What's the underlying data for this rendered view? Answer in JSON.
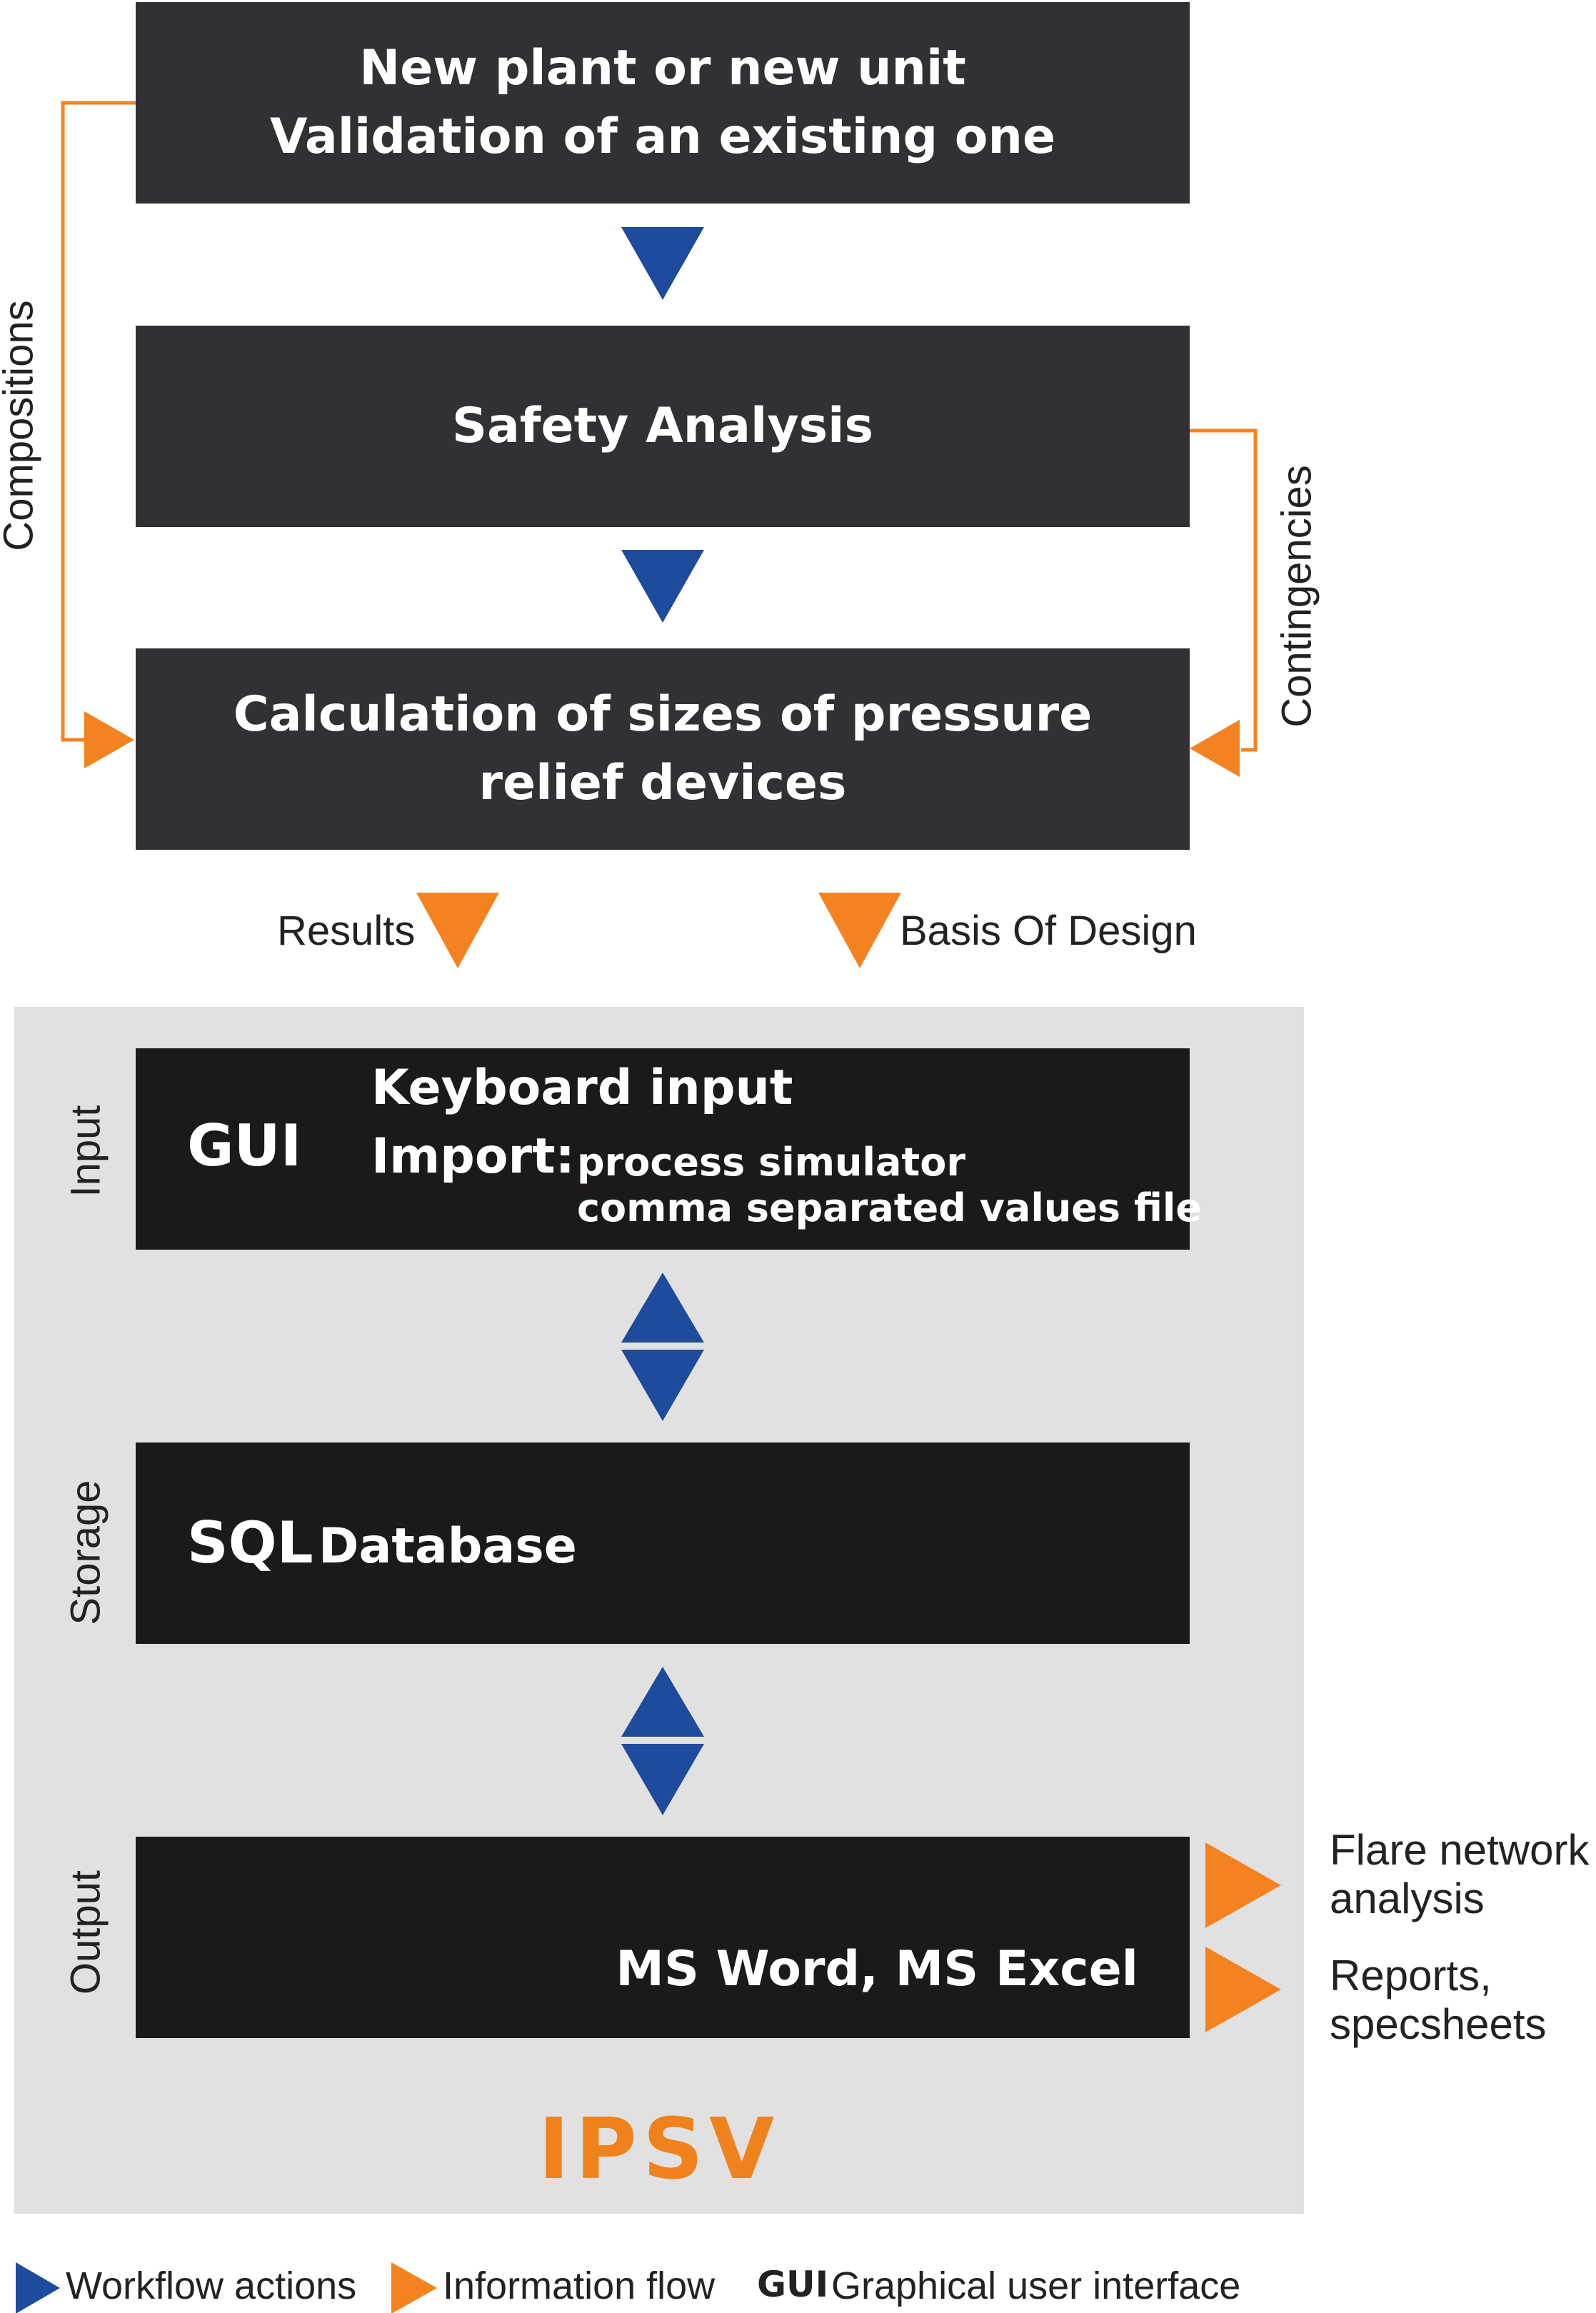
{
  "colors": {
    "box": "#323034",
    "box_dark": "#1c191c",
    "workflow_arrow": "#1e4b9b",
    "info_arrow": "#f58220",
    "panel": "#e2e1e2",
    "brand": "#f0821e"
  },
  "workflow": {
    "box1": {
      "line1": "New plant or new unit",
      "line2": "Validation of an existing one"
    },
    "box2": {
      "title": "Safety Analysis"
    },
    "box3": {
      "line1": "Calculation of sizes of pressure",
      "line2": "relief devices"
    }
  },
  "flows": {
    "compositions": "Compositions",
    "contingencies": "Contingencies",
    "results": "Results",
    "basis_of_design": "Basis Of Design"
  },
  "ipsv": {
    "name": "IPSV",
    "input": {
      "side_label": "Input",
      "gui": "GUI",
      "keyboard": "Keyboard input",
      "import_label": "Import:",
      "import_item1": "process simulator",
      "import_item2": "comma separated values file"
    },
    "storage": {
      "side_label": "Storage",
      "sql": "SQL",
      "database": "Database"
    },
    "output": {
      "side_label": "Output",
      "formats": "MS Word, MS Excel",
      "targets": [
        {
          "line1": "Flare network",
          "line2": "analysis"
        },
        {
          "line1": "Reports,",
          "line2": "specsheets"
        }
      ]
    }
  },
  "legend": {
    "workflow": "Workflow actions",
    "information": "Information flow",
    "gui_abbr": "GUI",
    "gui_text": "Graphical user interface"
  }
}
